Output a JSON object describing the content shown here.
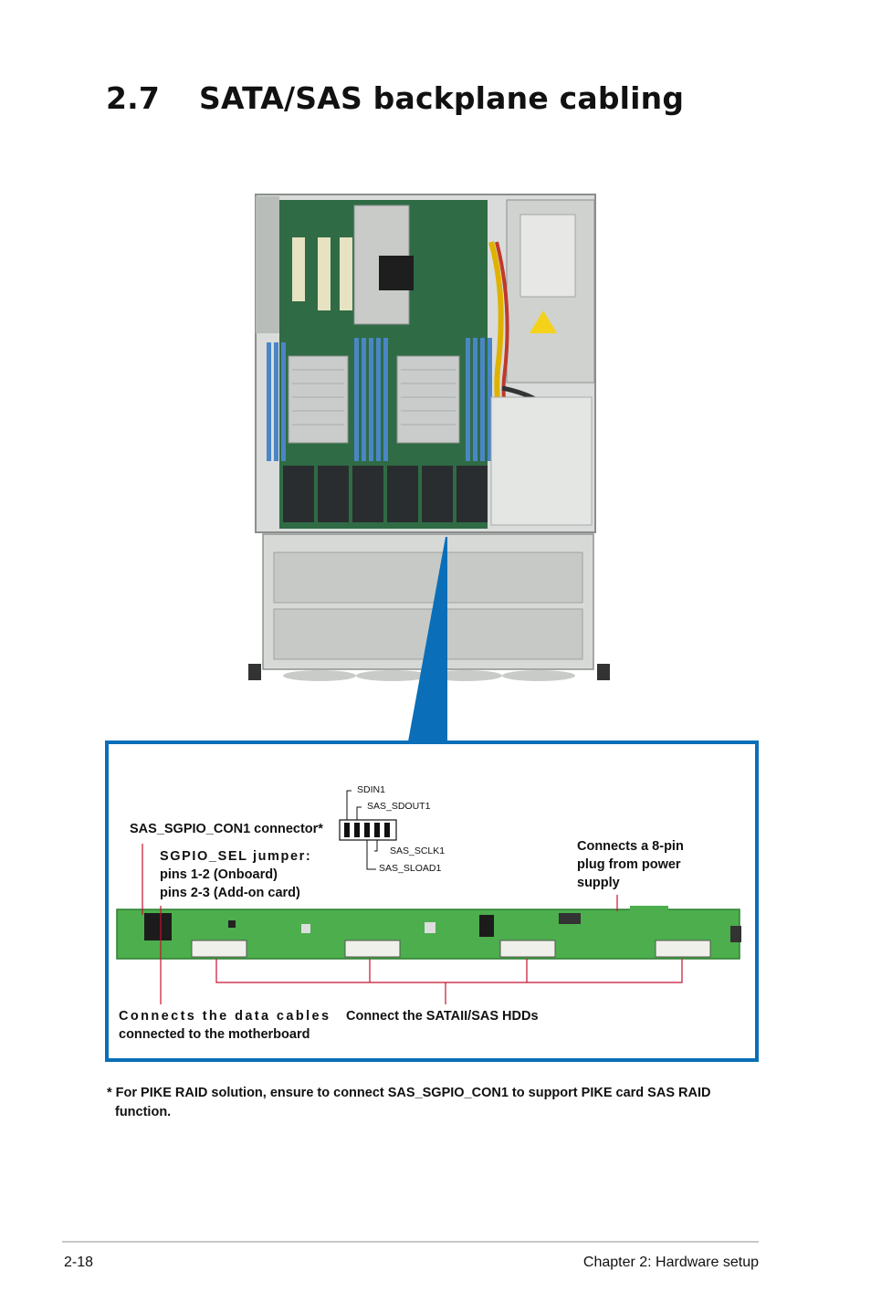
{
  "heading": {
    "number": "2.7",
    "title": "SATA/SAS backplane cabling"
  },
  "callouts": {
    "sgpio_connector": "SAS_SGPIO_CON1 connector*",
    "sgpio_jumper_title": "SGPIO_SEL jumper:",
    "sgpio_jumper_pins12": "pins 1-2 (Onboard)",
    "sgpio_jumper_pins23": "pins 2-3 (Add-on card)",
    "power_line1": "Connects a 8-pin",
    "power_line2": "plug from power",
    "power_line3": "supply",
    "data_line1": "Connects the data cables",
    "data_line2": "connected to the motherboard",
    "hdds": "Connect the SATAII/SAS HDDs"
  },
  "pins": {
    "sdin": "SDIN1",
    "sdout": "SAS_SDOUT1",
    "sclk": "SAS_SCLK1",
    "sload": "SAS_SLOAD1"
  },
  "footnote": {
    "line1": "* For PIKE RAID solution, ensure to connect SAS_SGPIO_CON1 to support PIKE card SAS RAID",
    "line2": "function."
  },
  "footer": {
    "page": "2-18",
    "chapter": "Chapter 2:  Hardware setup"
  },
  "colors": {
    "frame_blue": "#0a6fb8",
    "callout_red": "#c8102e",
    "pcb_green": "#4cae4c"
  }
}
